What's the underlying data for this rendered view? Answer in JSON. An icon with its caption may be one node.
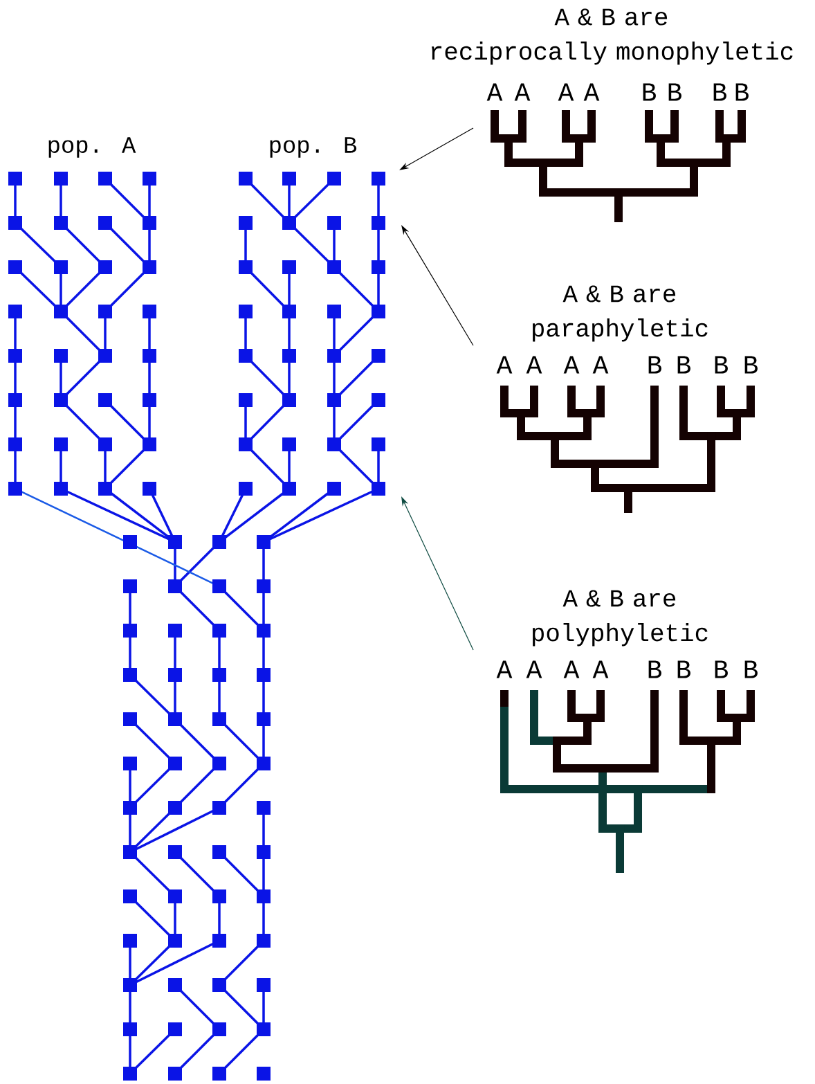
{
  "diagram": {
    "nodes": [
      {
        "text": [
          "A & B are reciprocally monophyletic",
          "A",
          "A",
          "A",
          "A",
          "B",
          "B",
          "B",
          "B"
        ]
      },
      {
        "text": [
          "A & B are paraphyletic",
          "A",
          "A",
          "A",
          "A",
          "B",
          "B",
          "B",
          "B"
        ]
      },
      {
        "text": [
          "A & B are polyphyletic",
          "A",
          "A",
          "A",
          "A",
          "B",
          "B",
          "B",
          "B"
        ]
      }
    ],
    "edges": [
      {
        "from": 0,
        "to": null,
        "arrow": "to"
      },
      {
        "from": 1,
        "to": null,
        "arrow": "to"
      },
      {
        "from": 2,
        "to": null,
        "arrow": "to",
        "color": "#0d4a40"
      }
    ],
    "labels": [
      "pop. A",
      "pop. B"
    ]
  }
}
